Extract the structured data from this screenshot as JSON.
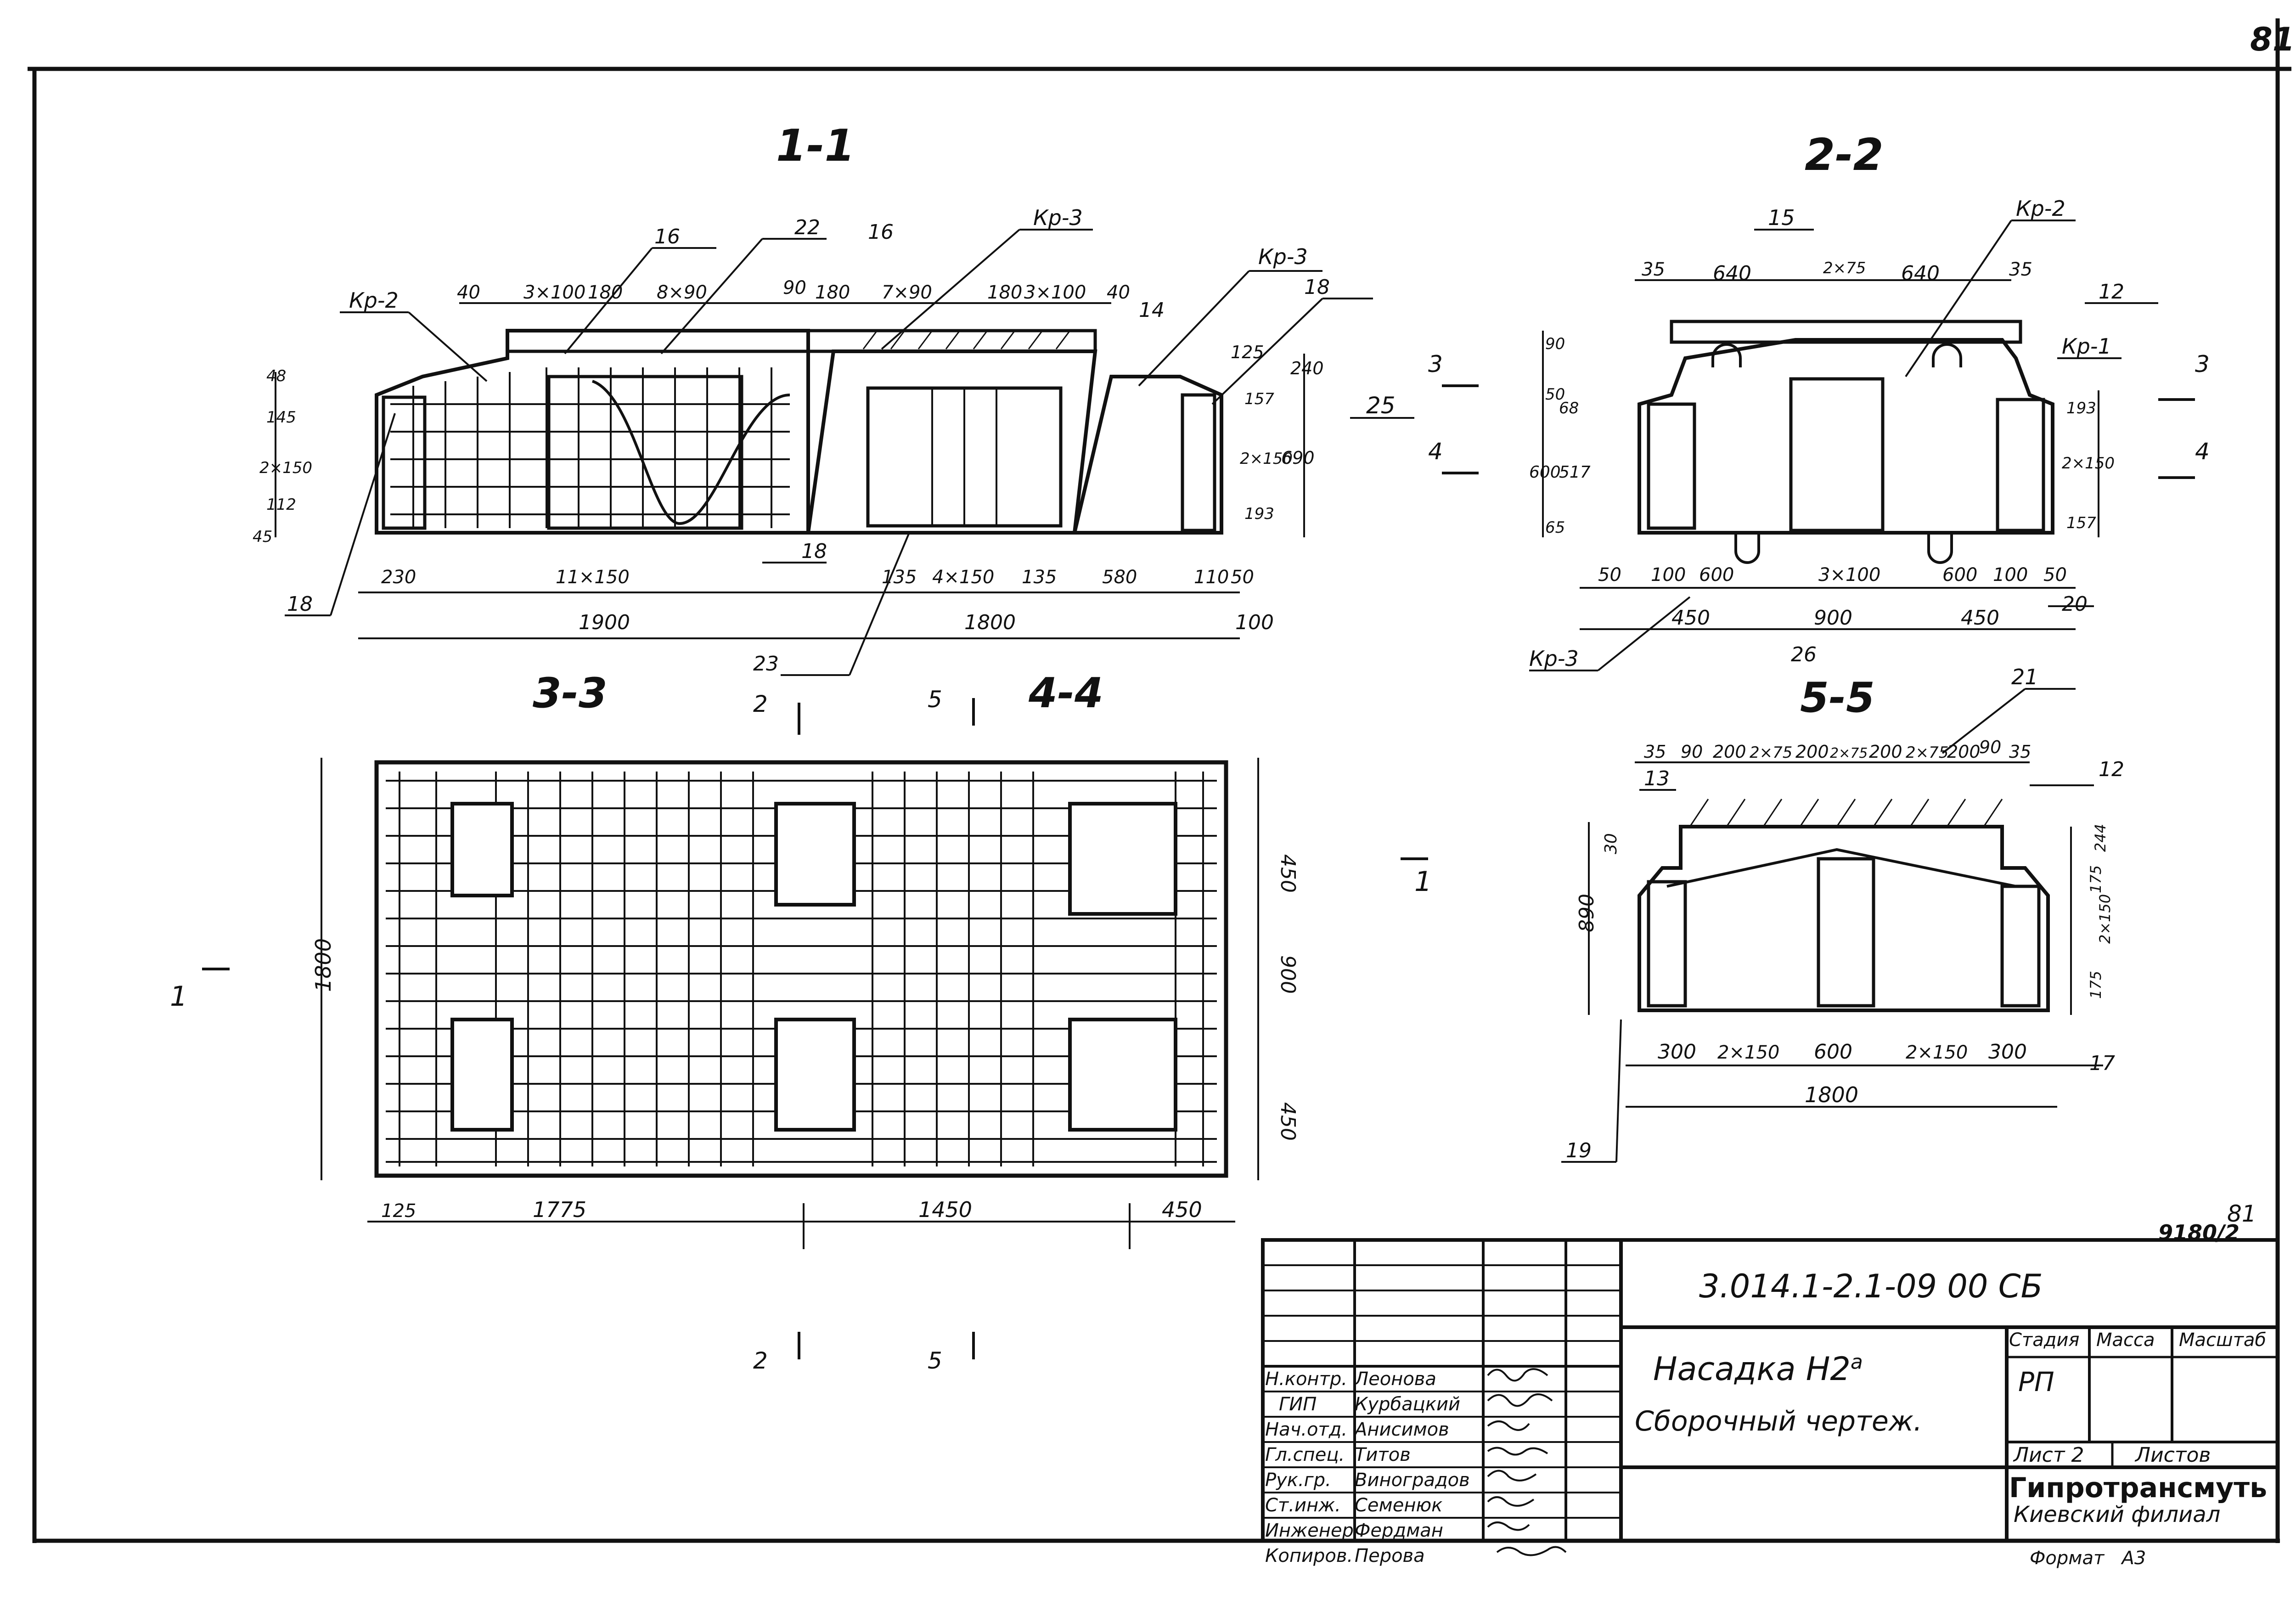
{
  "sheet_number_corner": "81",
  "sheet_number_mid": "81",
  "archive_number": "9180/2",
  "document_code": "3.014.1-2.1-09 00 СБ",
  "title_line1": "Насадка Н2",
  "title_superscript": "а",
  "title_line2": "Сборочный чертеж.",
  "stage_header": "Стадия",
  "mass_header": "Масса",
  "scale_header": "Масштаб",
  "stage_value": "РП",
  "sheet_label": "Лист",
  "sheet_value": "2",
  "sheets_label": "Листов",
  "org_name": "Гипротрансмуть",
  "org_branch": "Киевский филиал",
  "format_label": "Формат",
  "format_value": "А3",
  "roles": [
    {
      "role": "Н.контр.",
      "name": "Леонова"
    },
    {
      "role": "ГИП",
      "name": "Курбацкий"
    },
    {
      "role": "Нач.отд.",
      "name": "Анисимов"
    },
    {
      "role": "Гл.спец.",
      "name": "Титов"
    },
    {
      "role": "Рук.гр.",
      "name": "Виноградов"
    },
    {
      "role": "Ст.инж.",
      "name": "Семенюк"
    },
    {
      "role": "Инженер",
      "name": "Фердман"
    },
    {
      "role": "Копиров.",
      "name": "Перова"
    }
  ],
  "sections": {
    "s11": {
      "title": "1-1",
      "top_dims": [
        "40",
        "3×100",
        "180",
        "8×90",
        "90",
        "180",
        "7×90",
        "180",
        "3×100",
        "40"
      ],
      "left_dims": [
        "48",
        "145",
        "2×150",
        "112",
        "45"
      ],
      "right_dims": [
        "125",
        "240",
        "157",
        "2×150",
        "690",
        "193"
      ],
      "bottom_dims": [
        "230",
        "11×150",
        "135",
        "4×150",
        "135",
        "580",
        "110",
        "50"
      ],
      "totals": [
        "1900",
        "1800",
        "100"
      ],
      "callouts": [
        "Кр-2",
        "16",
        "22",
        "16",
        "Кр-3",
        "Кр-3",
        "18",
        "14",
        "25",
        "18",
        "18",
        "23"
      ]
    },
    "s22": {
      "title": "2-2",
      "top_dims": [
        "35",
        "640",
        "2×75",
        "640",
        "35"
      ],
      "left_dims": [
        "90",
        "50",
        "68",
        "600",
        "517",
        "65"
      ],
      "right_dims": [
        "193",
        "2×150",
        "157"
      ],
      "bottom_dims": [
        "50",
        "100",
        "600",
        "3×100",
        "600",
        "100",
        "50"
      ],
      "totals": [
        "450",
        "900",
        "450"
      ],
      "callouts": [
        "15",
        "Кр-2",
        "12",
        "Кр-1",
        "Кр-3",
        "26",
        "20"
      ],
      "cut_marks": [
        "3",
        "4",
        "3",
        "4"
      ]
    },
    "s33": {
      "title": "3-3",
      "left_dim": "1800",
      "right_dims": [
        "450",
        "900",
        "450"
      ],
      "bottom_dims": [
        "125",
        "1775",
        "1450",
        "450"
      ],
      "cut_marks": [
        "1",
        "1",
        "2",
        "5",
        "2",
        "5"
      ]
    },
    "s44": {
      "title": "4-4"
    },
    "s55": {
      "title": "5-5",
      "top_dims": [
        "35",
        "90",
        "200",
        "2×75",
        "200",
        "2×75",
        "200",
        "2×75",
        "200",
        "90",
        "35"
      ],
      "left_dims": [
        "890",
        "30"
      ],
      "right_dims": [
        "244",
        "175",
        "2×150",
        "175"
      ],
      "bottom_dims": [
        "300",
        "2×150",
        "600",
        "2×150",
        "300"
      ],
      "total": "1800",
      "callouts": [
        "21",
        "13",
        "12",
        "17",
        "19"
      ]
    }
  }
}
